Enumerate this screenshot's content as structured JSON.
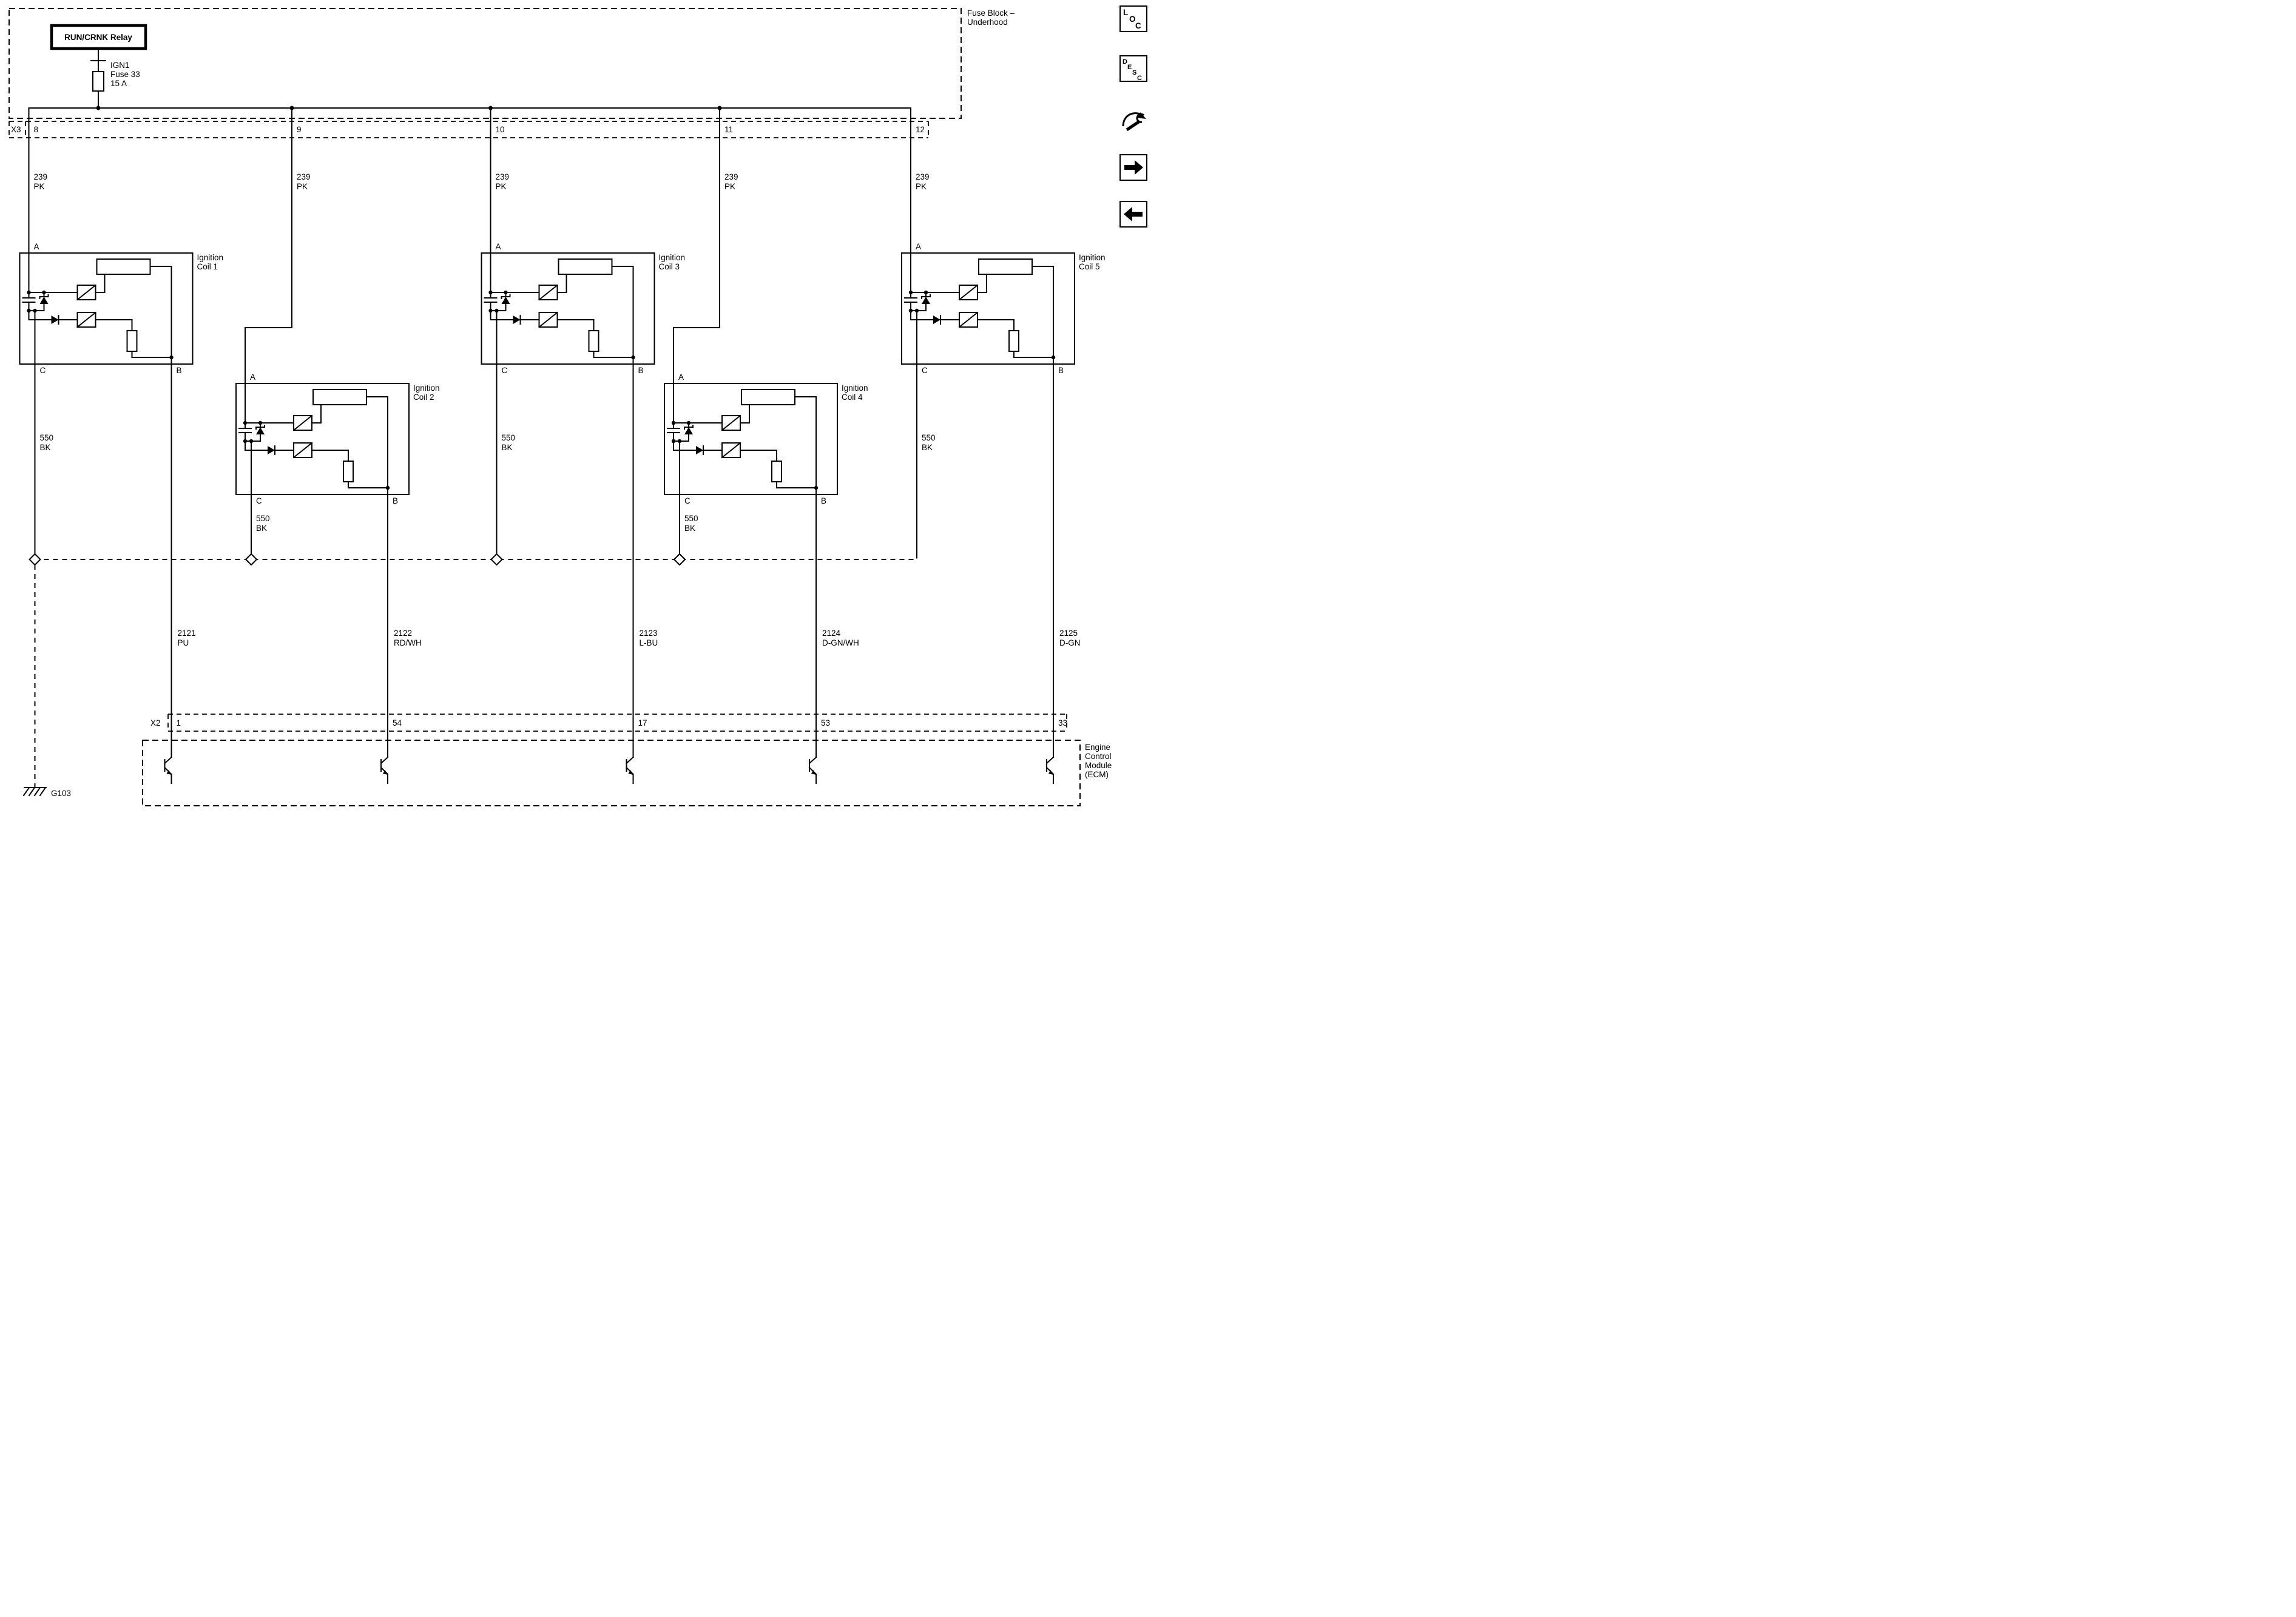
{
  "fuse_block": {
    "title": [
      "Fuse Block –",
      "Underhood"
    ],
    "relay": "RUN/CRNK Relay",
    "fuse": [
      "IGN1",
      "Fuse 33",
      "15 A"
    ]
  },
  "connector_x3": {
    "name": "X3",
    "pins": [
      "8",
      "9",
      "10",
      "11",
      "12"
    ]
  },
  "connector_x2": {
    "name": "X2",
    "pins": [
      "1",
      "54",
      "17",
      "53",
      "33"
    ]
  },
  "wire_labels": {
    "supply": [
      "239",
      "PK"
    ],
    "ground": [
      "550",
      "BK"
    ],
    "control_1": [
      "2121",
      "PU"
    ],
    "control_2": [
      "2122",
      "RD/WH"
    ],
    "control_3": [
      "2123",
      "L-BU"
    ],
    "control_4": [
      "2124",
      "D-GN/WH"
    ],
    "control_5": [
      "2125",
      "D-GN"
    ]
  },
  "coils": [
    {
      "label": [
        "Ignition",
        "Coil 1"
      ],
      "a": "A",
      "b": "B",
      "c": "C"
    },
    {
      "label": [
        "Ignition",
        "Coil 2"
      ],
      "a": "A",
      "b": "B",
      "c": "C"
    },
    {
      "label": [
        "Ignition",
        "Coil 3"
      ],
      "a": "A",
      "b": "B",
      "c": "C"
    },
    {
      "label": [
        "Ignition",
        "Coil 4"
      ],
      "a": "A",
      "b": "B",
      "c": "C"
    },
    {
      "label": [
        "Ignition",
        "Coil 5"
      ],
      "a": "A",
      "b": "B",
      "c": "C"
    }
  ],
  "ecm": {
    "label": [
      "Engine",
      "Control",
      "Module",
      "(ECM)"
    ]
  },
  "ground_ref": "G103",
  "toolbar": {
    "loc": [
      "L",
      "O",
      "C"
    ],
    "desc": [
      "D",
      "E",
      "S",
      "C"
    ],
    "icons": [
      "location-icon",
      "description-icon",
      "repair-icon",
      "forward-arrow-icon",
      "back-arrow-icon"
    ]
  }
}
